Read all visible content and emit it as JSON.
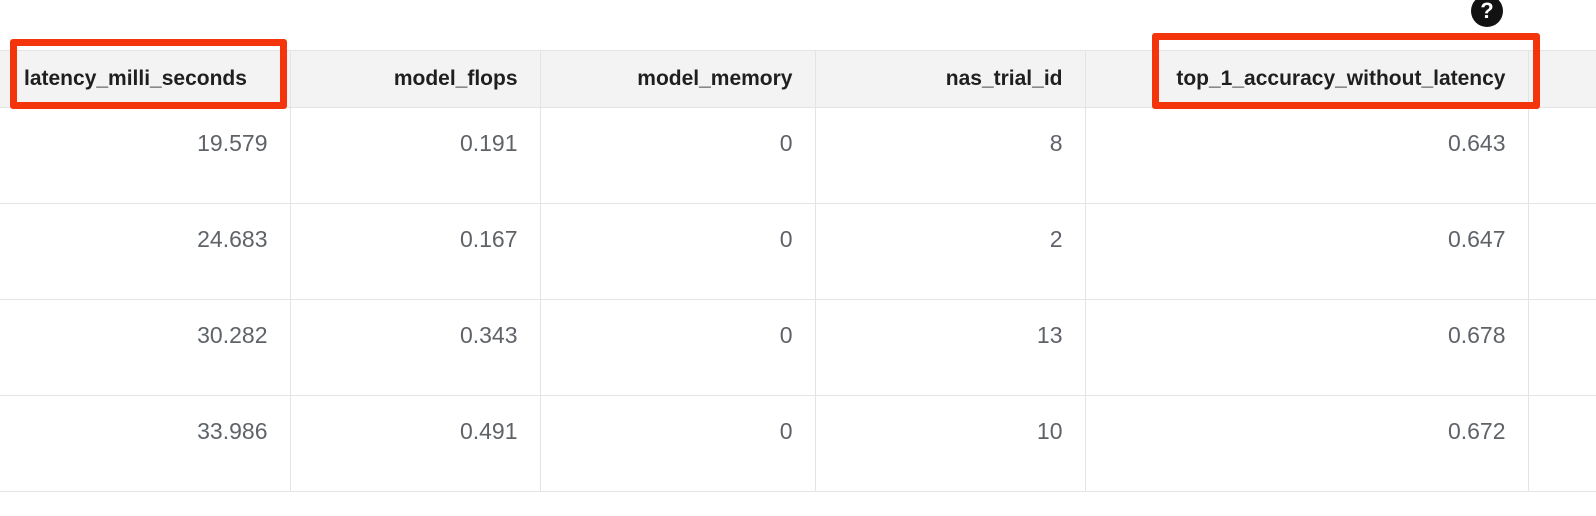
{
  "help": {
    "icon": "help-circle-icon",
    "glyph": "?"
  },
  "table": {
    "columns": [
      {
        "key": "latency_milli_seconds",
        "label": "latency_milli_seconds",
        "align": "left",
        "highlighted": true
      },
      {
        "key": "model_flops",
        "label": "model_flops",
        "align": "right",
        "highlighted": false
      },
      {
        "key": "model_memory",
        "label": "model_memory",
        "align": "right",
        "highlighted": false
      },
      {
        "key": "nas_trial_id",
        "label": "nas_trial_id",
        "align": "right",
        "highlighted": false
      },
      {
        "key": "top_1_accuracy_without_latency",
        "label": "top_1_accuracy_without_latency",
        "align": "right",
        "highlighted": true
      },
      {
        "key": "next_column_partial",
        "label": "",
        "align": "right",
        "highlighted": false
      }
    ],
    "rows": [
      {
        "latency_milli_seconds": "19.579",
        "model_flops": "0.191",
        "model_memory": "0",
        "nas_trial_id": "8",
        "top_1_accuracy_without_latency": "0.643",
        "next_column_partial": ""
      },
      {
        "latency_milli_seconds": "24.683",
        "model_flops": "0.167",
        "model_memory": "0",
        "nas_trial_id": "2",
        "top_1_accuracy_without_latency": "0.647",
        "next_column_partial": ""
      },
      {
        "latency_milli_seconds": "30.282",
        "model_flops": "0.343",
        "model_memory": "0",
        "nas_trial_id": "13",
        "top_1_accuracy_without_latency": "0.678",
        "next_column_partial": ""
      },
      {
        "latency_milli_seconds": "33.986",
        "model_flops": "0.491",
        "model_memory": "0",
        "nas_trial_id": "10",
        "top_1_accuracy_without_latency": "0.672",
        "next_column_partial": ""
      }
    ]
  },
  "annotations": [
    {
      "name": "highlight-latency-column-header",
      "color": "#f4340a"
    },
    {
      "name": "highlight-top-1-accuracy-column-header",
      "color": "#f4340a"
    }
  ],
  "colors": {
    "header_background": "#f3f3f3",
    "border": "#e4e4e4",
    "cell_text": "#5f6368",
    "header_text": "#1f1f1f",
    "annotation": "#f4340a",
    "help_icon_background": "#121212"
  }
}
